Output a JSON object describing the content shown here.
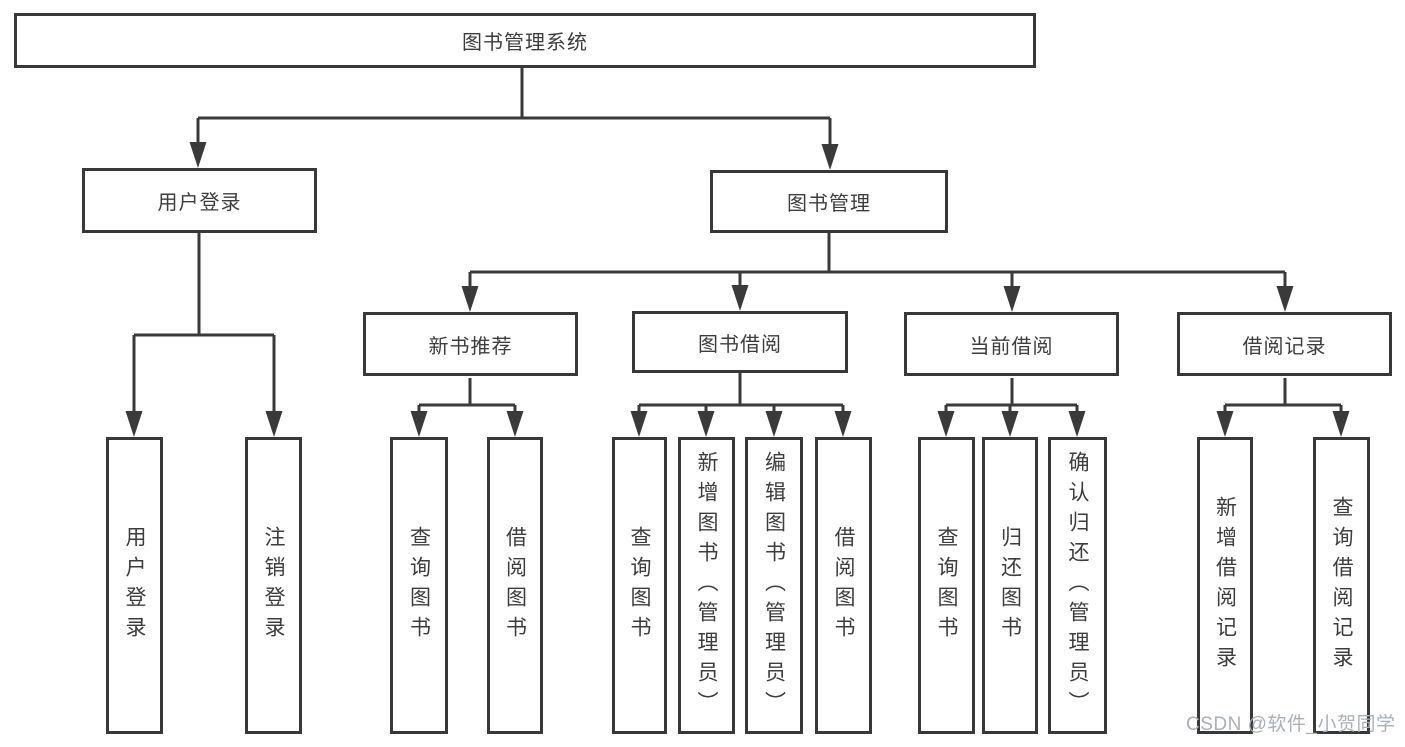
{
  "diagram": {
    "title": "图书管理系统",
    "watermark": "CSDN @软件_小贺同学",
    "colors": {
      "line": "#3a3a3a",
      "text": "#3d3d3d",
      "background": "#ffffff",
      "watermark": "#aab0b6"
    },
    "tree": {
      "label": "图书管理系统",
      "children": [
        {
          "label": "用户登录",
          "children": [
            {
              "label": "用户登录"
            },
            {
              "label": "注销登录"
            }
          ]
        },
        {
          "label": "图书管理",
          "children": [
            {
              "label": "新书推荐",
              "children": [
                {
                  "label": "查询图书"
                },
                {
                  "label": "借阅图书"
                }
              ]
            },
            {
              "label": "图书借阅",
              "children": [
                {
                  "label": "查询图书"
                },
                {
                  "label": "新增图书（管理员）"
                },
                {
                  "label": "编辑图书（管理员）"
                },
                {
                  "label": "借阅图书"
                }
              ]
            },
            {
              "label": "当前借阅",
              "children": [
                {
                  "label": "查询图书"
                },
                {
                  "label": "归还图书"
                },
                {
                  "label": "确认归还（管理员）"
                }
              ]
            },
            {
              "label": "借阅记录",
              "children": [
                {
                  "label": "新增借阅记录"
                },
                {
                  "label": "查询借阅记录"
                }
              ]
            }
          ]
        }
      ]
    }
  }
}
